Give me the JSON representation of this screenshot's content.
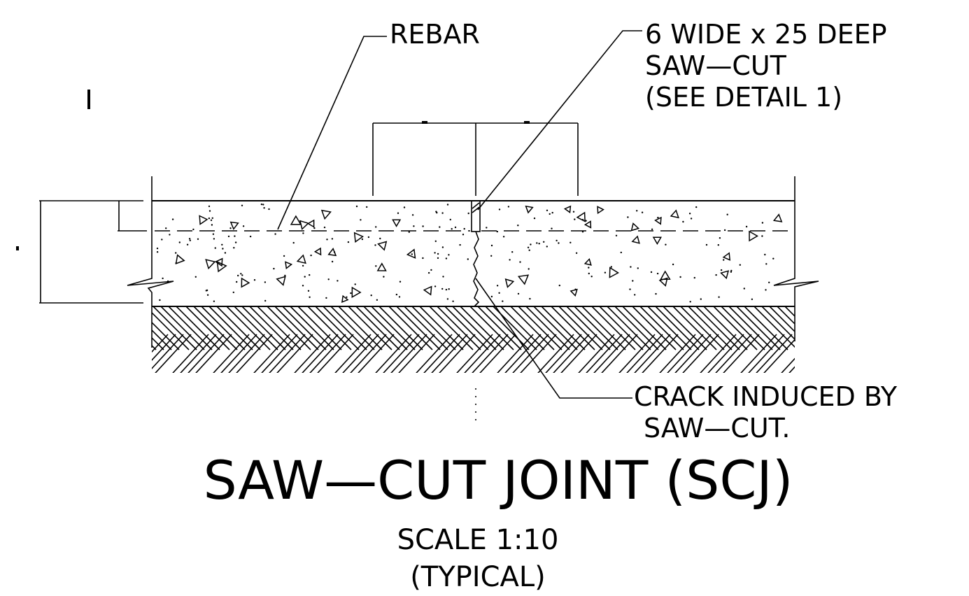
{
  "labels": {
    "rebar": "REBAR",
    "sawcut_line1": "6 WIDE x 25 DEEP",
    "sawcut_line2": "SAW—CUT",
    "sawcut_line3": "(SEE DETAIL 1)",
    "crack_line1": "CRACK INDUCED BY",
    "crack_line2": "SAW—CUT."
  },
  "title": {
    "main": "SAW—CUT JOINT (SCJ)",
    "scale": "SCALE 1:10",
    "note": "(TYPICAL)"
  }
}
